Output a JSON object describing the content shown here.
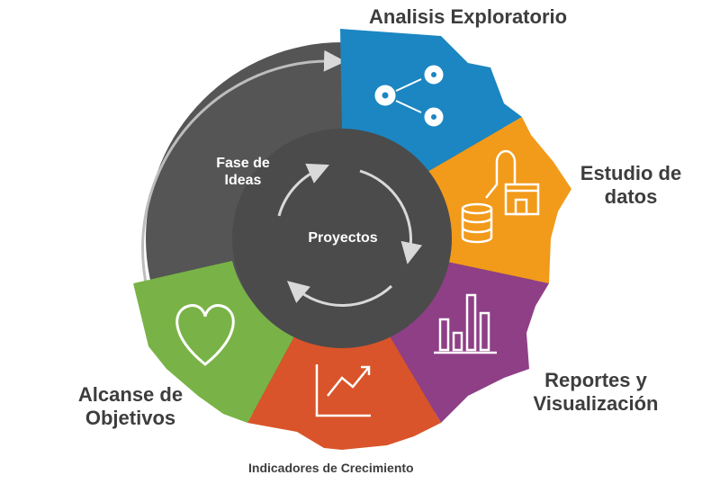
{
  "diagram": {
    "center": {
      "label": "Proyectos"
    },
    "idea_phase": {
      "line1": "Fase de",
      "line2": "Ideas"
    },
    "phases": [
      {
        "id": "analysis",
        "line1": "Analisis Exploratorio",
        "line2": "",
        "color": "#1b86c2",
        "icon": "network-nodes-icon"
      },
      {
        "id": "study",
        "line1": "Estudio de",
        "line2": "datos",
        "color": "#f29a1a",
        "icon": "database-person-store-icon"
      },
      {
        "id": "reports",
        "line1": "Reportes y",
        "line2": "Visualización",
        "color": "#8e3f86",
        "icon": "bar-chart-icon"
      },
      {
        "id": "indicators",
        "line1": "Indicadores de Crecimiento",
        "line2": "",
        "color": "#d9542a",
        "icon": "trend-up-chart-icon"
      },
      {
        "id": "objectives",
        "line1": "Alcanse de",
        "line2": "Objetivos",
        "color": "#79b347",
        "icon": "heart-icon"
      }
    ],
    "colors": {
      "outer_ring": "#555555",
      "inner_disk": "#4b4b4b",
      "arrow": "#d9d9d9",
      "label_text": "#3d3d3d"
    }
  }
}
